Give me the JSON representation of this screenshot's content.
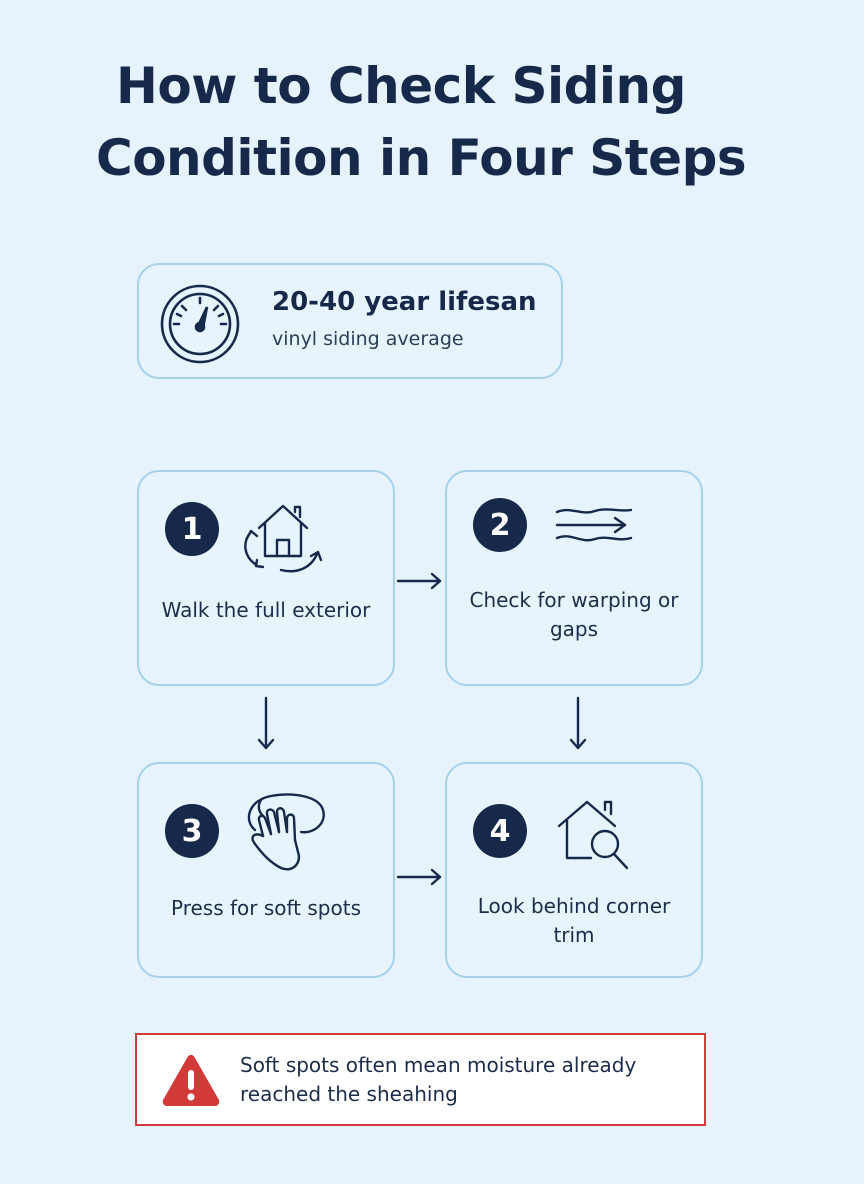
{
  "title": {
    "line1": "How to Check Siding",
    "line2": "Condition in Four Steps"
  },
  "stat": {
    "value": "20-40 year lifesan",
    "caption": "vinyl siding average",
    "icon": "gauge-icon"
  },
  "steps": [
    {
      "number": "1",
      "label": "Walk the full exterior",
      "icon": "house-cycle-icon"
    },
    {
      "number": "2",
      "label": "Check for warping or gaps",
      "icon": "wavy-arrow-icon"
    },
    {
      "number": "3",
      "label": "Press for soft spots",
      "icon": "hand-press-icon"
    },
    {
      "number": "4",
      "label": "Look behind corner trim",
      "icon": "house-magnifier-icon"
    }
  ],
  "warning": {
    "text": "Soft spots often mean moisture already reached the sheahing",
    "icon": "warning-icon",
    "color": "#d23a3a"
  },
  "colors": {
    "background": "#e6f3fc",
    "card_border": "#a8d0ea",
    "navy": "#17294a"
  }
}
